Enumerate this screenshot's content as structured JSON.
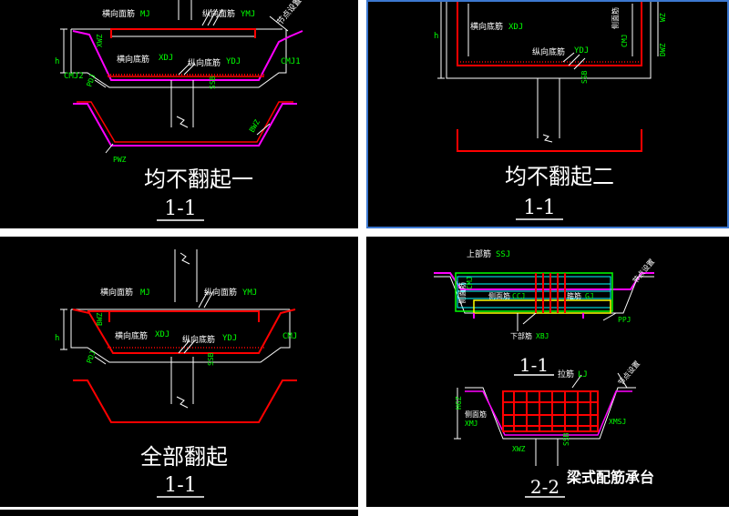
{
  "panels": {
    "p1": {
      "title": "均不翻起一",
      "section": "1-1",
      "labels": {
        "top_mesh": "横向面筋",
        "top_mesh_code": "MJ",
        "long_top": "纵向面筋",
        "long_top_code": "YMJ",
        "bottom_x": "横向底筋",
        "bottom_x_code": "XDJ",
        "bottom_y": "纵向底筋",
        "bottom_y_code": "YDJ",
        "h": "h",
        "cmj2": "CMJ2",
        "cmj1": "CMJ1",
        "pdj": "PDJ",
        "xwz": "XWZ",
        "ssb": "SSB",
        "pwz": "PWZ",
        "bwz": "BWZ",
        "note": "节点设置"
      }
    },
    "p2": {
      "title": "均不翻起二",
      "section": "1-1",
      "labels": {
        "bottom_x": "横向底筋",
        "bottom_x_code": "XDJ",
        "bottom_y": "纵向底筋",
        "bottom_y_code": "YDJ",
        "h": "h",
        "side": "侧面筋",
        "cmj": "CMJ",
        "ssb": "SSB",
        "dwz": "DWZ",
        "wz": "WZ"
      }
    },
    "p3": {
      "title": "全部翻起",
      "section": "1-1",
      "labels": {
        "top_mesh": "横向面筋",
        "top_mesh_code": "MJ",
        "long_top": "纵向面筋",
        "long_top_code": "YMJ",
        "bottom_x": "横向底筋",
        "bottom_x_code": "XDJ",
        "bottom_y": "纵向底筋",
        "bottom_y_code": "YDJ",
        "h": "h",
        "cmj": "CMJ",
        "pdj": "PDJ",
        "bwz": "BWZ",
        "ssb": "SSB"
      }
    },
    "p4": {
      "caption": "梁式配筋承台",
      "section1": "1-1",
      "section2": "2-2",
      "labels": {
        "top_bar": "上部筋",
        "top_bar_code": "SSJ",
        "node": "节点设置",
        "side_bar": "侧面筋",
        "side_code": "CMJ",
        "side_bar2": "侧面筋",
        "side_code2": "CCJ",
        "stirrup_a": "箍筋",
        "stirrup_a_code": "GJ",
        "ppj": "PPJ",
        "bottom_bar": "下部筋",
        "bottom_bar_code": "XBJ",
        "lj_label": "拉筋",
        "lj_code": "LJ",
        "node2": "节点设置",
        "side3": "侧面筋",
        "xmj": "XMJ",
        "xmsj": "XMSJ",
        "xwz": "XWZ",
        "ssb": "SSB",
        "hgz": "HGZ"
      }
    }
  },
  "colors": {
    "background": "#000000",
    "rebar": "#ff0000",
    "magenta": "#ff00ff",
    "annotation": "#00ff00",
    "line": "#ffffff",
    "beam_box": "#ffff00",
    "beam_inner": "#00ffff",
    "selection_border": "#3c78d0"
  }
}
